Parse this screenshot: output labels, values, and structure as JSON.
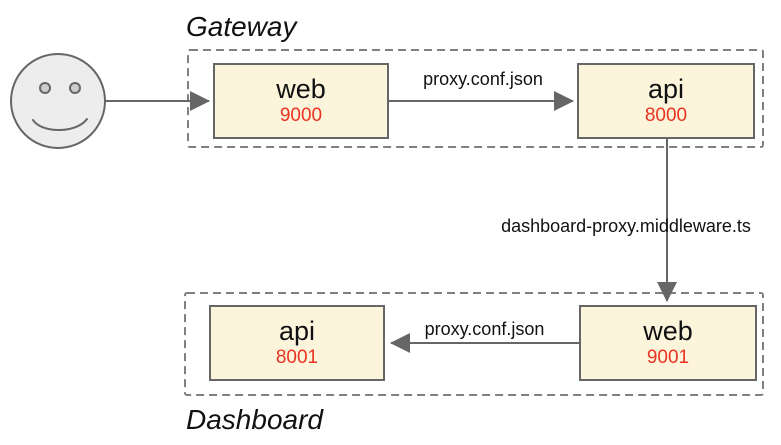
{
  "diagram": {
    "actor": {
      "icon": "smiley-face"
    },
    "groups": [
      {
        "label": "Gateway",
        "nodes": [
          {
            "label": "web",
            "port": "9000"
          },
          {
            "label": "api",
            "port": "8000"
          }
        ]
      },
      {
        "label": "Dashboard",
        "nodes": [
          {
            "label": "api",
            "port": "8001"
          },
          {
            "label": "web",
            "port": "9001"
          }
        ]
      }
    ],
    "edges": [
      {
        "from": "user",
        "to": "gateway-web",
        "label": ""
      },
      {
        "from": "gateway-web",
        "to": "gateway-api",
        "label": "proxy.conf.json"
      },
      {
        "from": "gateway-api",
        "to": "dashboard-web",
        "label": "dashboard-proxy.middleware.ts"
      },
      {
        "from": "dashboard-web",
        "to": "dashboard-api",
        "label": "proxy.conf.json"
      }
    ]
  },
  "colors": {
    "node_fill": "#FCF5DC",
    "node_border": "#666666",
    "group_border": "#808080",
    "arrow": "#666666",
    "port_text": "#EA3323",
    "actor_fill": "#EDEDED",
    "actor_eye": "#CCCCCC",
    "text": "#111111"
  }
}
